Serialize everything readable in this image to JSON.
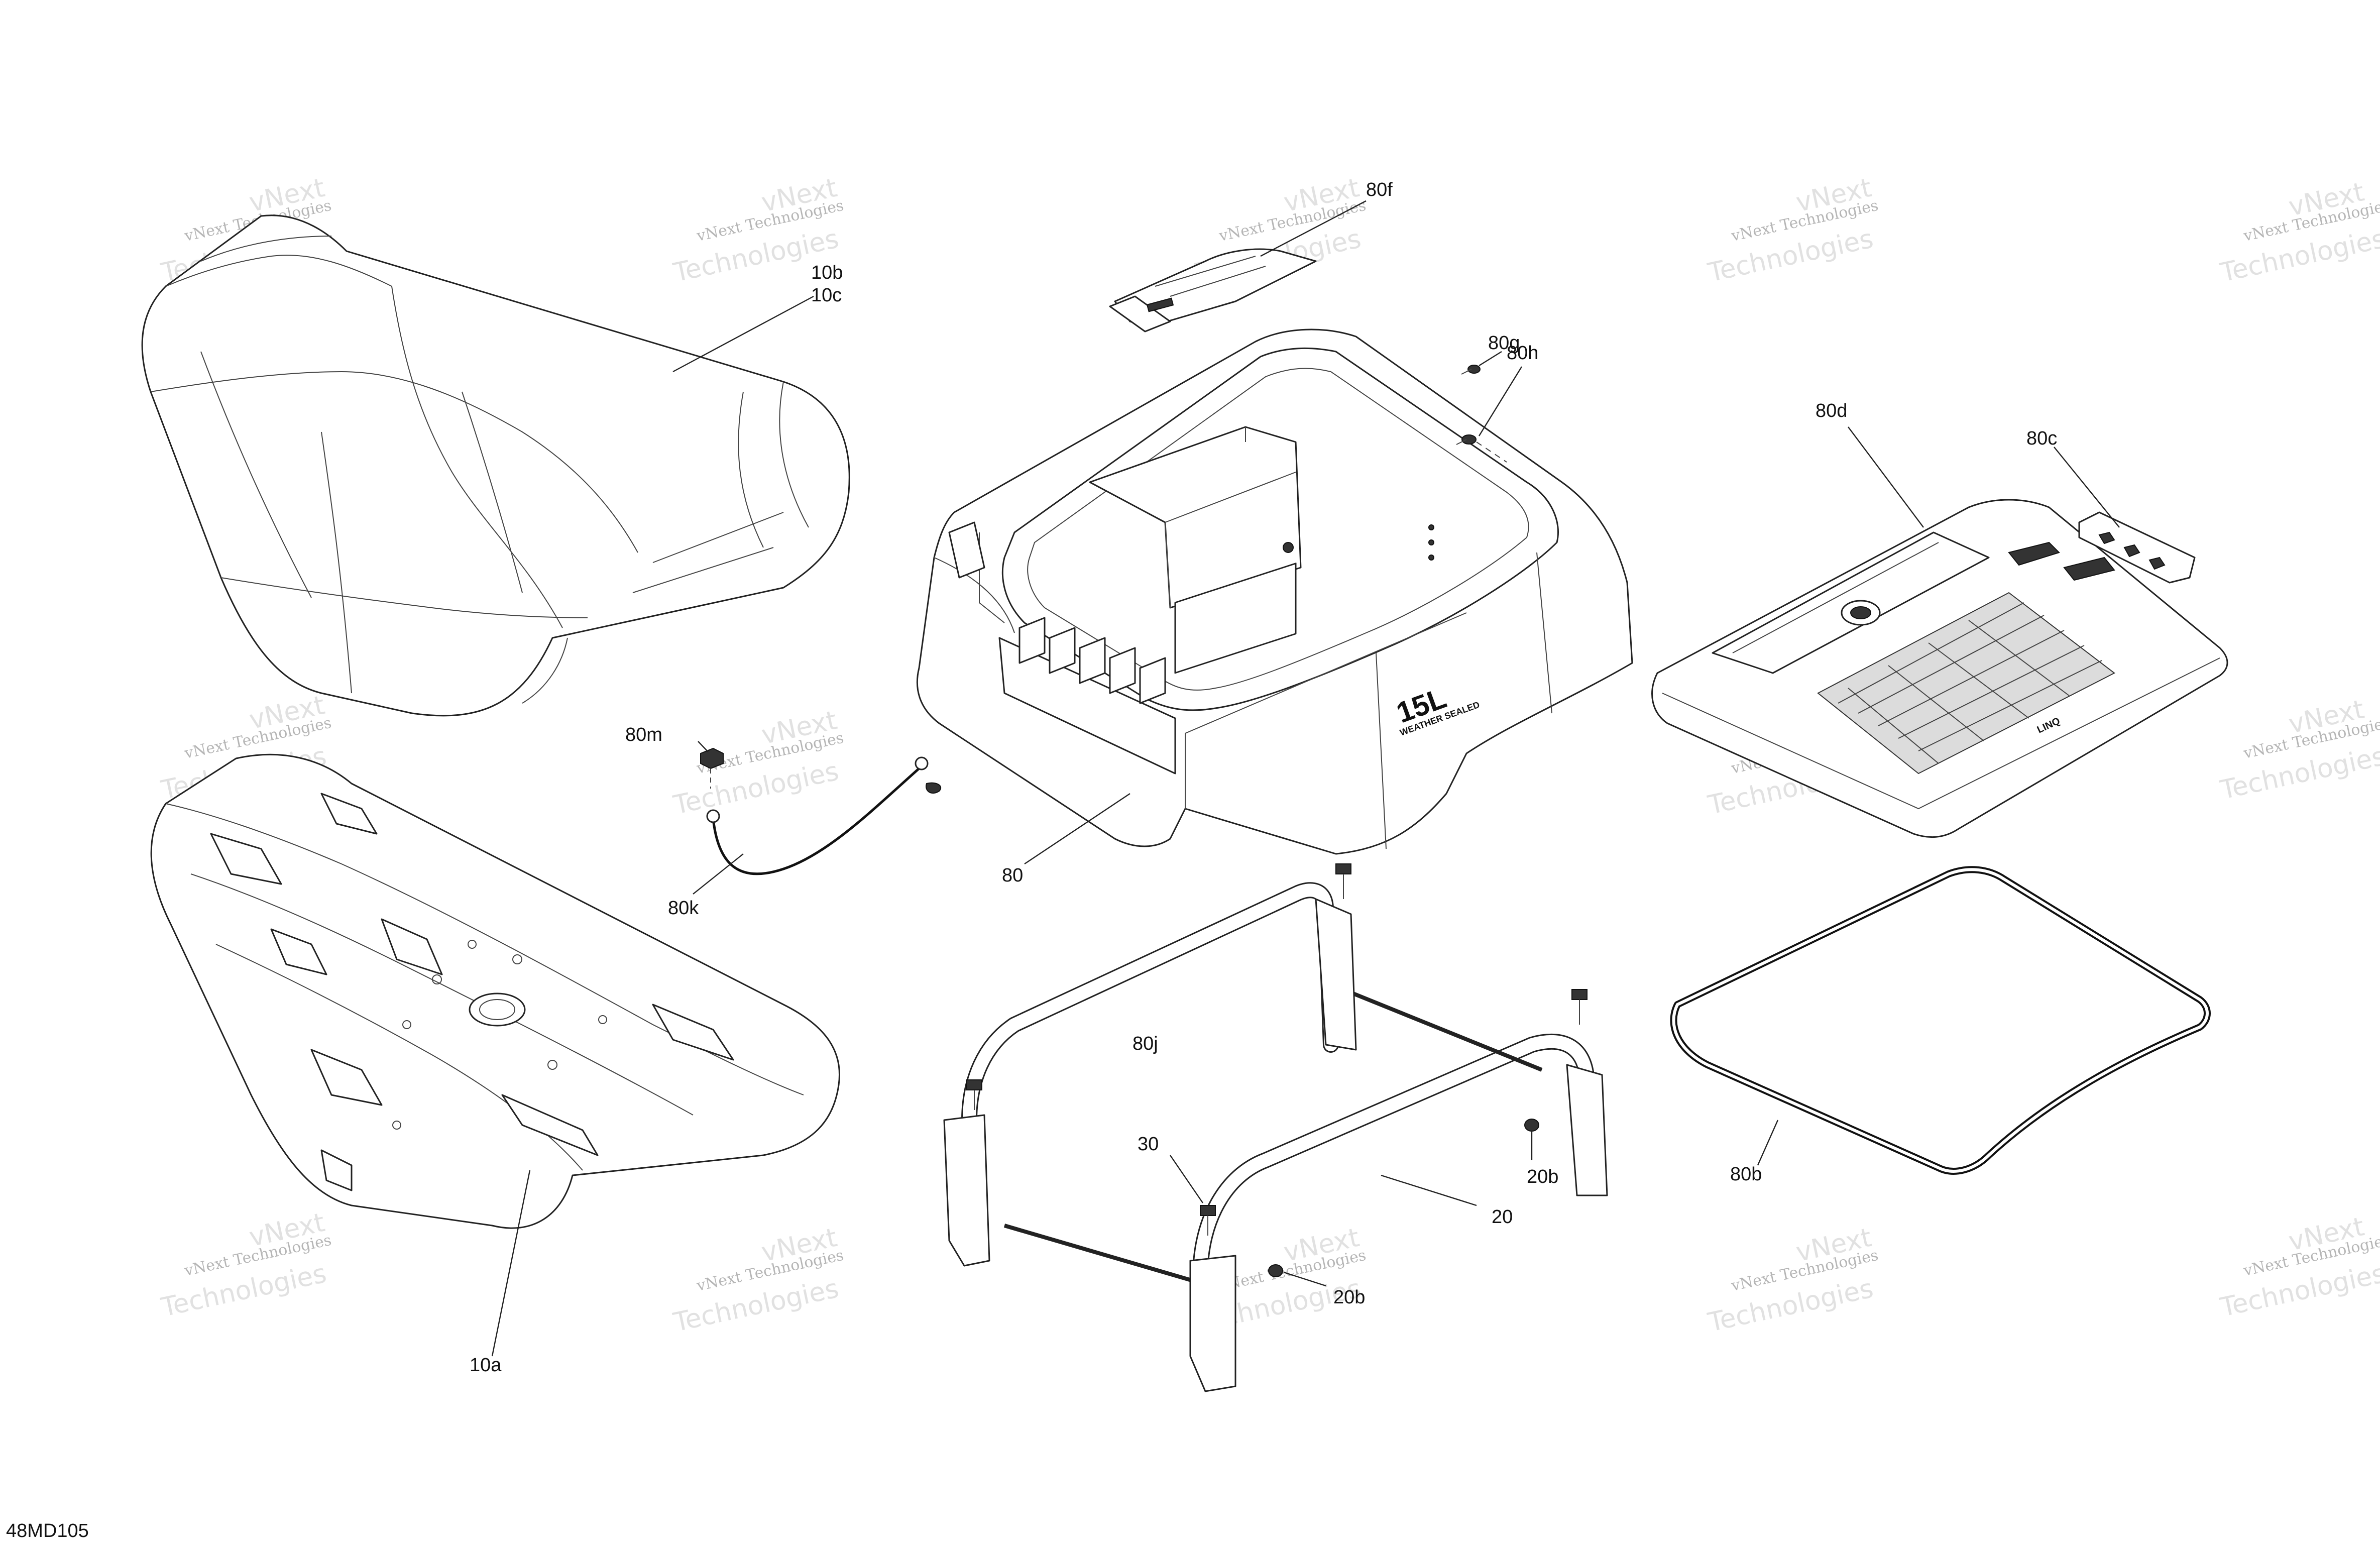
{
  "diagram_id": "48MD105",
  "watermark": {
    "line1": "vNext Technologies",
    "line2a": "vNext",
    "line2b": "Technologies"
  },
  "labels": {
    "seat_cover": [
      "10b",
      "10c"
    ],
    "seat_base": "10a",
    "box": "80",
    "box_lid_latch": "80f",
    "screw_g": "80g",
    "screw_h": "80h",
    "lid": "80d",
    "lid_latch": "80c",
    "seal": "80b",
    "cable_nut": "80m",
    "cable": "80k",
    "frame": "20",
    "frame_nut_right": "20b",
    "frame_nut_bottom": "20b",
    "bolt": "30",
    "decal": "80j"
  },
  "box_text": {
    "capacity": "15L",
    "caption": "WEATHER SEALED"
  },
  "lid_text": "LINQ"
}
